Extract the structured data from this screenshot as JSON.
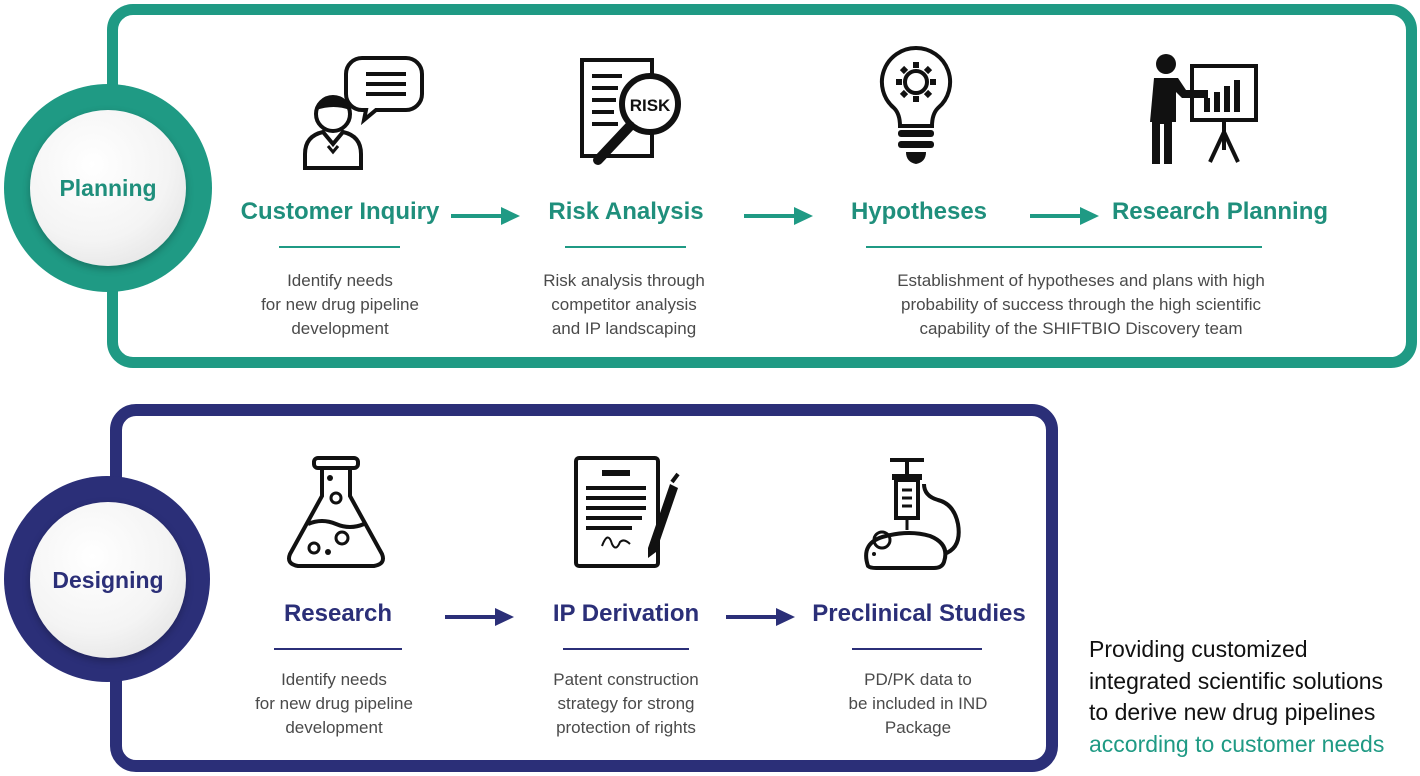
{
  "planning": {
    "label": "Planning",
    "steps": [
      {
        "title": "Customer Inquiry",
        "icon": "customer-inquiry-icon"
      },
      {
        "title": "Risk Analysis",
        "icon": "risk-analysis-icon"
      },
      {
        "title": "Hypotheses",
        "icon": "hypotheses-lightbulb-icon"
      },
      {
        "title": "Research Planning",
        "icon": "research-planning-presenter-icon"
      }
    ],
    "risk_icon_text": "RISK",
    "descriptions": [
      {
        "lines": [
          "Identify needs",
          "for new drug pipeline",
          "development"
        ]
      },
      {
        "lines": [
          "Risk analysis through",
          "competitor analysis",
          "and IP landscaping"
        ]
      },
      {
        "lines": [
          "Establishment of hypotheses and plans with high",
          "probability of success through the high scientific",
          "capability of the SHIFTBIO Discovery team"
        ]
      }
    ]
  },
  "designing": {
    "label": "Designing",
    "steps": [
      {
        "title": "Research",
        "icon": "flask-icon",
        "lines": [
          "Identify needs",
          "for new drug pipeline",
          "development"
        ]
      },
      {
        "title": "IP Derivation",
        "icon": "signed-document-icon",
        "lines": [
          "Patent construction",
          "strategy for strong",
          "protection of rights"
        ]
      },
      {
        "title": "Preclinical Studies",
        "icon": "mouse-syringe-icon",
        "lines": [
          "PD/PK data to",
          "be included in IND",
          "Package"
        ]
      }
    ]
  },
  "tagline": {
    "lines": [
      "Providing customized",
      "integrated scientific solutions",
      "to derive new drug pipelines"
    ],
    "highlight": "according to customer needs"
  },
  "colors": {
    "planning": "#1f9a84",
    "designing": "#2b2f78",
    "text": "#4a4a4a"
  }
}
